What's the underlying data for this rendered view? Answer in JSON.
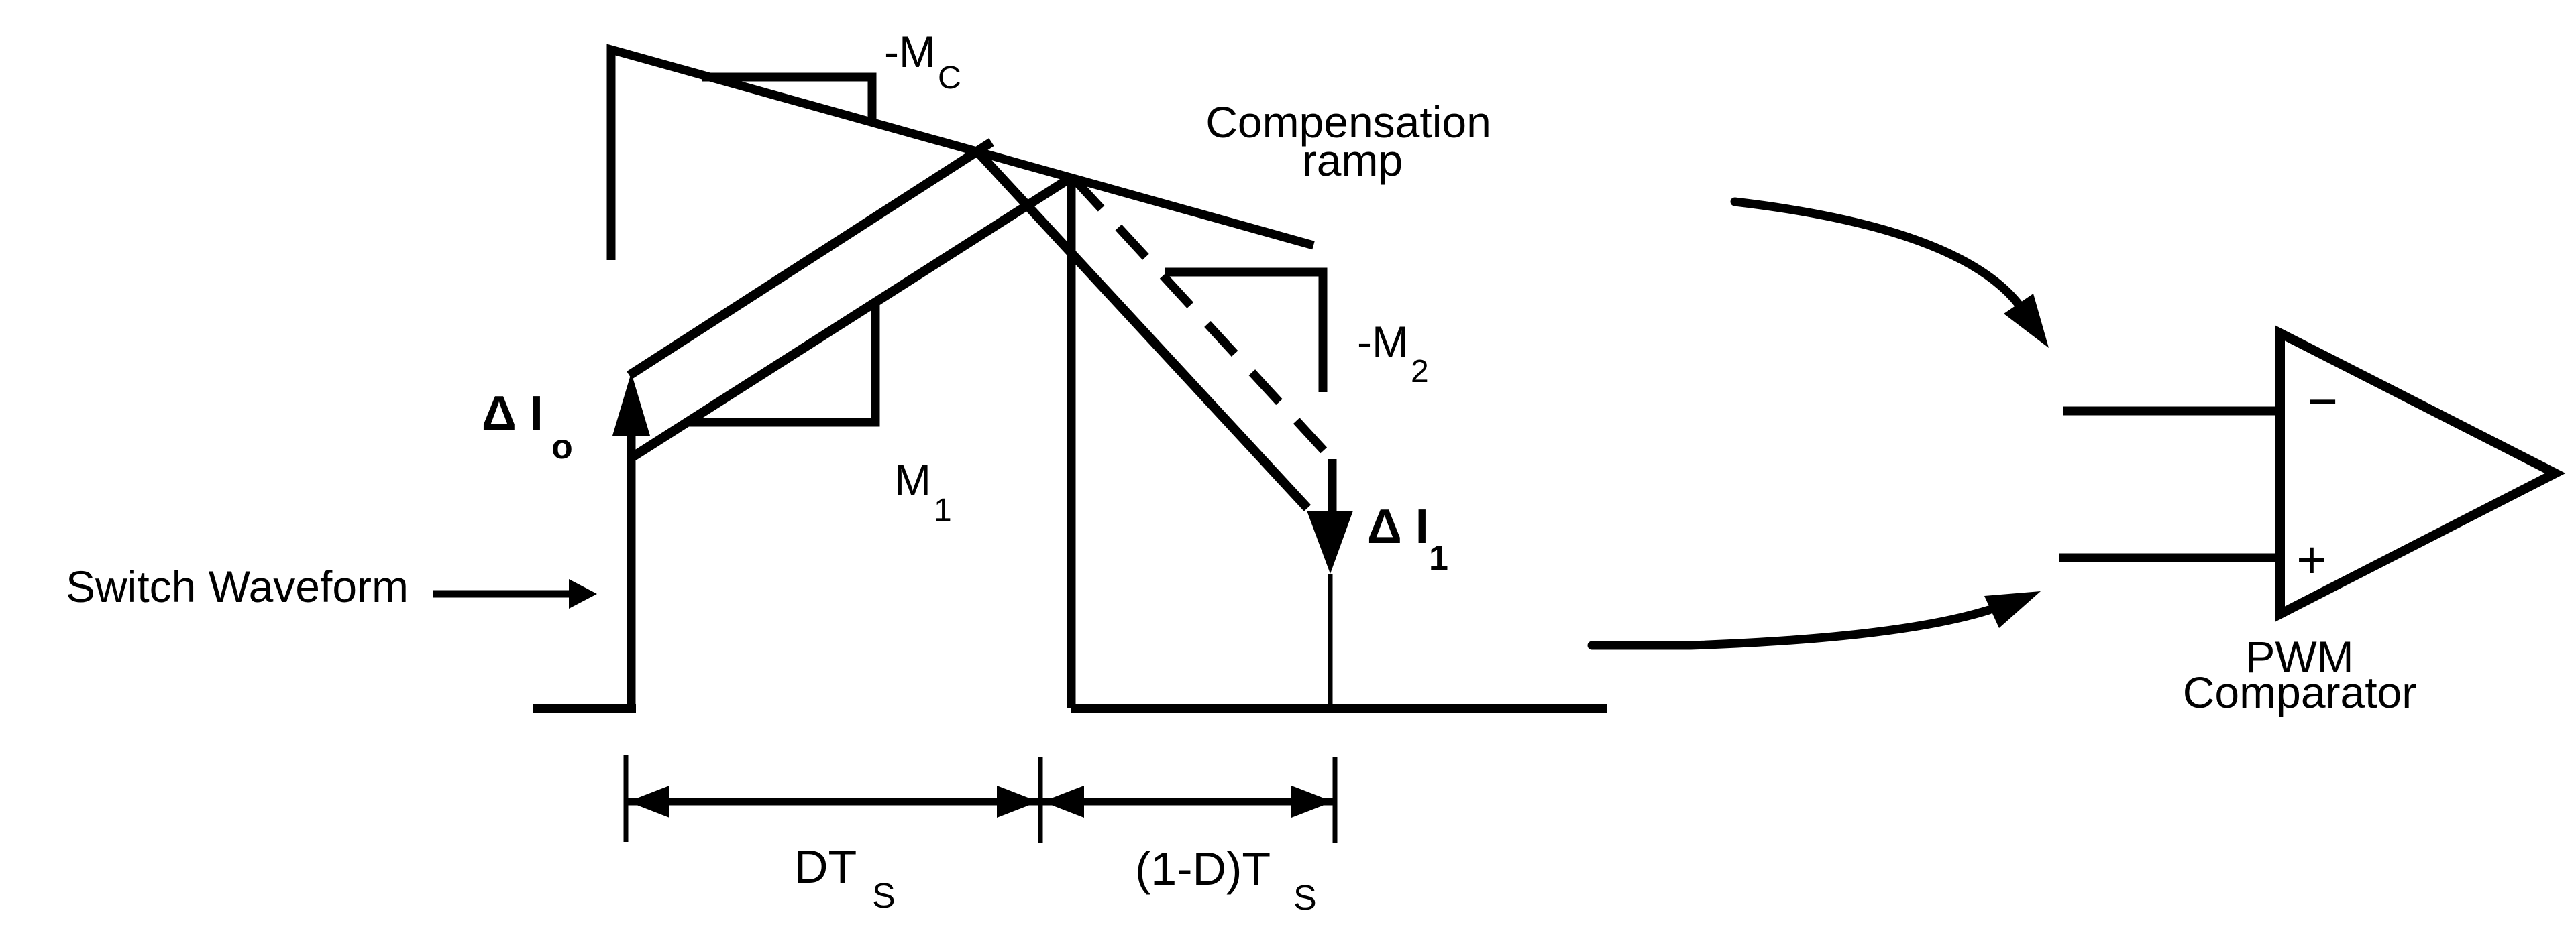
{
  "diagram": {
    "type": "waveform-diagram",
    "description": "Peak current-mode control slope compensation waveform feeding a PWM comparator"
  },
  "labels": {
    "comp_line1": "Compensation",
    "comp_line2": "ramp",
    "mc_base": "-M",
    "mc_sub": "C",
    "m1_base": "M",
    "m1_sub": "1",
    "m2_base": "-M",
    "m2_sub": "2",
    "di0_base": "Δ I",
    "di0_sub": "o",
    "di1_base": "Δ I",
    "di1_sub": "1",
    "switch_waveform": "Switch Waveform",
    "dts_base": "DT",
    "dts_sub": "S",
    "odts_base": "(1-D)T",
    "odts_sub": "S",
    "pwm_line1": "PWM",
    "pwm_line2": "Comparator",
    "comparator_minus": "−",
    "comparator_plus": "+"
  },
  "colors": {
    "ink": "#000000",
    "background": "#ffffff"
  }
}
